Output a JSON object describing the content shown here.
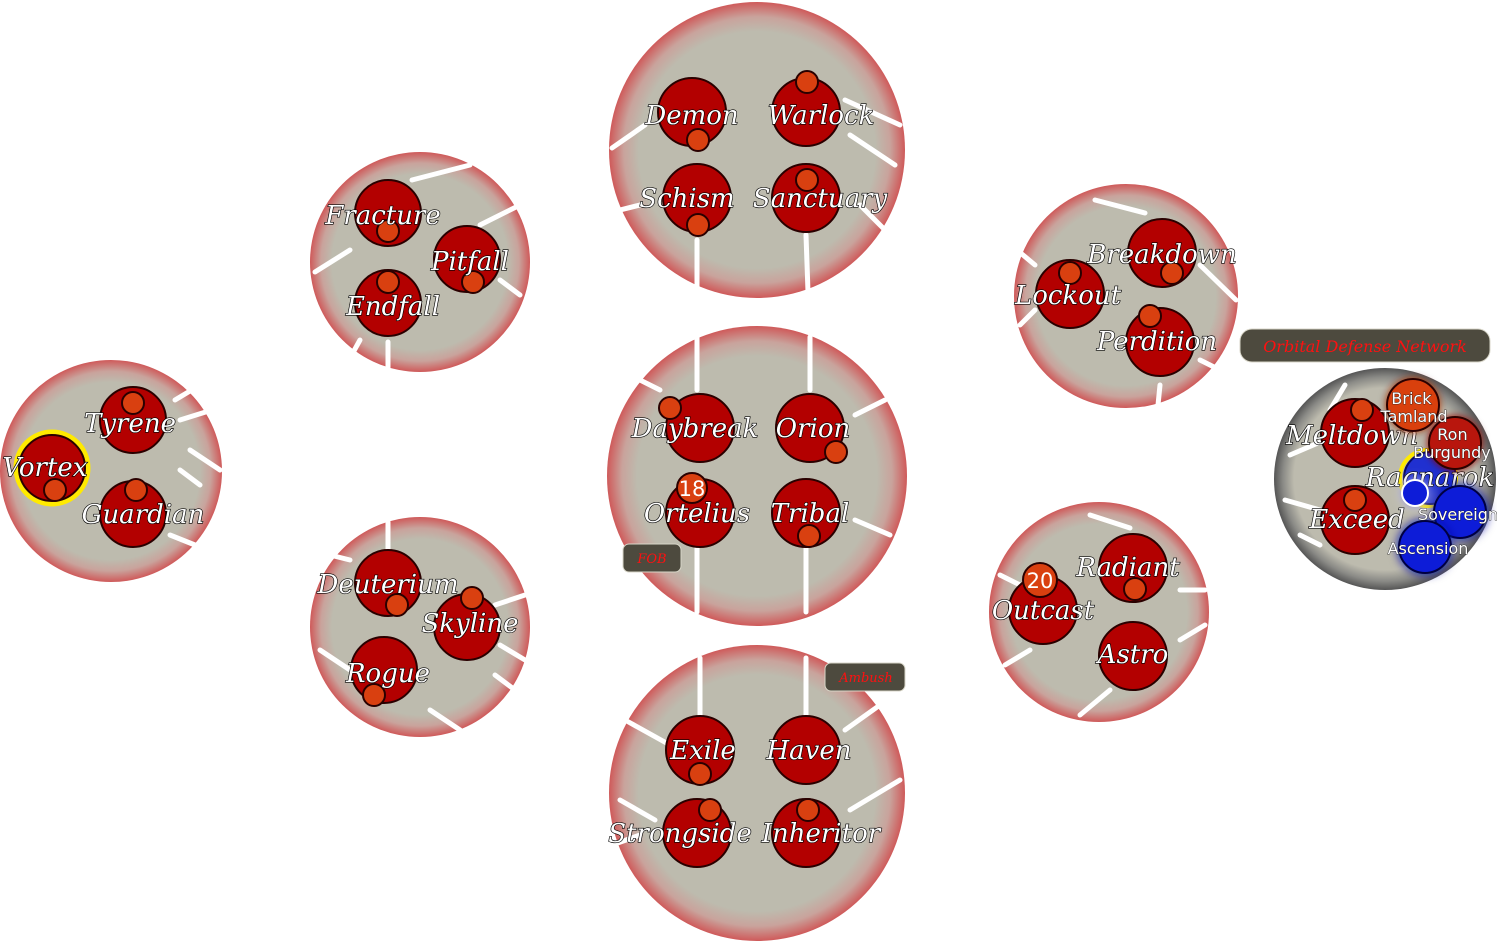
{
  "map": {
    "territories": {
      "demon": "Demon",
      "warlock": "Warlock",
      "schism": "Schism",
      "sanctuary": "Sanctuary",
      "fracture": "Fracture",
      "pitfall": "Pitfall",
      "endfall": "Endfall",
      "breakdown": "Breakdown",
      "lockout": "Lockout",
      "perdition": "Perdition",
      "tyrene": "Tyrene",
      "vortex": "Vortex",
      "guardian": "Guardian",
      "daybreak": "Daybreak",
      "orion": "Orion",
      "ortelius": "Ortelius",
      "tribal": "Tribal",
      "meltdown": "Meltdown",
      "ragnarok": "Ragnarok",
      "exceed": "Exceed",
      "deuterium": "Deuterium",
      "skyline": "Skyline",
      "rogue": "Rogue",
      "radiant": "Radiant",
      "outcast": "Outcast",
      "astro": "Astro",
      "exile": "Exile",
      "haven": "Haven",
      "strongside": "Strongside",
      "inheritor": "Inheritor"
    },
    "army_counts": {
      "ortelius": "18",
      "outcast": "20"
    },
    "tags": {
      "fob": "FOB",
      "ambush": "Ambush",
      "orbital_defense": "Orbital Defense Network"
    },
    "units": {
      "brick": "Brick\nTamland",
      "ron": "Ron\nBurgundy",
      "sovereign": "Sovereign",
      "ascension": "Ascension"
    },
    "selected_territory": "Vortex",
    "colors": {
      "territory_fill": "#b30000",
      "territory_stroke": "#2a0000",
      "army_marker": "#d94010",
      "plate_fill": "#bdbbae",
      "plate_ring": "#cf5a5a",
      "plate_ring_dark": "#555555",
      "selected_ring": "#ffea00",
      "tag_bg": "#4d4a3e",
      "tag_text": "#ff1010",
      "enemy_blue": "#0a1ad8"
    }
  }
}
